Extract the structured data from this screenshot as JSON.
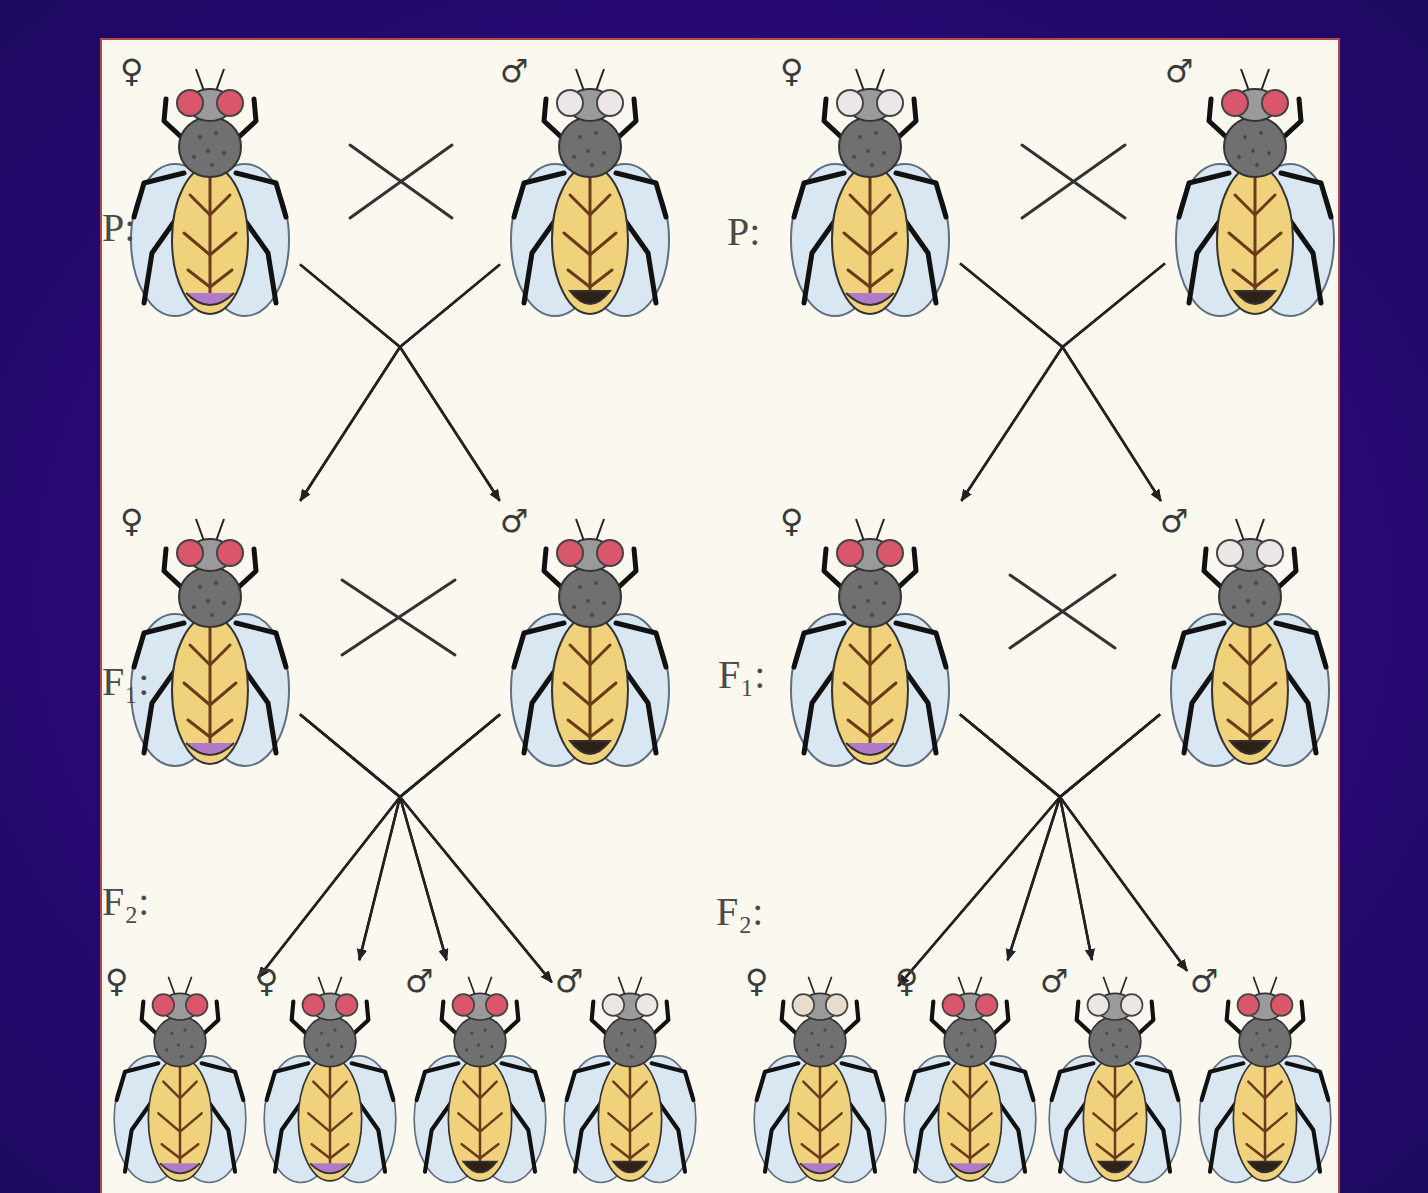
{
  "diagram": {
    "nodes": [
      {
        "text": [
          "♀"
        ]
      },
      {
        "text": [
          "♂"
        ]
      },
      {
        "text": [
          "♀"
        ]
      },
      {
        "text": [
          "♂"
        ]
      },
      {
        "text": [
          "♀"
        ]
      },
      {
        "text": [
          "♂"
        ]
      },
      {
        "text": [
          "♀"
        ]
      },
      {
        "text": [
          "♂"
        ]
      },
      {
        "text": [
          "♀"
        ]
      },
      {
        "text": [
          "♀"
        ]
      },
      {
        "text": [
          "♂"
        ]
      },
      {
        "text": [
          "♂"
        ]
      },
      {
        "text": [
          "♀"
        ]
      },
      {
        "text": [
          "♀"
        ]
      },
      {
        "text": [
          "♂"
        ]
      },
      {
        "text": [
          "♂"
        ]
      }
    ],
    "edges": [
      {
        "from": 0,
        "to": 4,
        "arrow": "to"
      },
      {
        "from": 0,
        "to": 5,
        "arrow": "to"
      },
      {
        "from": 1,
        "to": 4,
        "arrow": "to"
      },
      {
        "from": 1,
        "to": 5,
        "arrow": "to"
      },
      {
        "from": 2,
        "to": 6,
        "arrow": "to"
      },
      {
        "from": 2,
        "to": 7,
        "arrow": "to"
      },
      {
        "from": 3,
        "to": 6,
        "arrow": "to"
      },
      {
        "from": 3,
        "to": 7,
        "arrow": "to"
      },
      {
        "from": 4,
        "to": 8,
        "arrow": "to"
      },
      {
        "from": 4,
        "to": 9,
        "arrow": "to"
      },
      {
        "from": 4,
        "to": 10,
        "arrow": "to"
      },
      {
        "from": 4,
        "to": 11,
        "arrow": "to"
      },
      {
        "from": 5,
        "to": 8,
        "arrow": "to"
      },
      {
        "from": 5,
        "to": 9,
        "arrow": "to"
      },
      {
        "from": 5,
        "to": 10,
        "arrow": "to"
      },
      {
        "from": 5,
        "to": 11,
        "arrow": "to"
      },
      {
        "from": 6,
        "to": 12,
        "arrow": "to"
      },
      {
        "from": 6,
        "to": 13,
        "arrow": "to"
      },
      {
        "from": 6,
        "to": 14,
        "arrow": "to"
      },
      {
        "from": 6,
        "to": 15,
        "arrow": "to"
      },
      {
        "from": 7,
        "to": 12,
        "arrow": "to"
      },
      {
        "from": 7,
        "to": 13,
        "arrow": "to"
      },
      {
        "from": 7,
        "to": 14,
        "arrow": "to"
      },
      {
        "from": 7,
        "to": 15,
        "arrow": "to"
      }
    ],
    "labels": [
      "P:",
      "P:",
      "F₁:",
      "F₁:",
      "F₂:",
      "F₂:"
    ]
  }
}
